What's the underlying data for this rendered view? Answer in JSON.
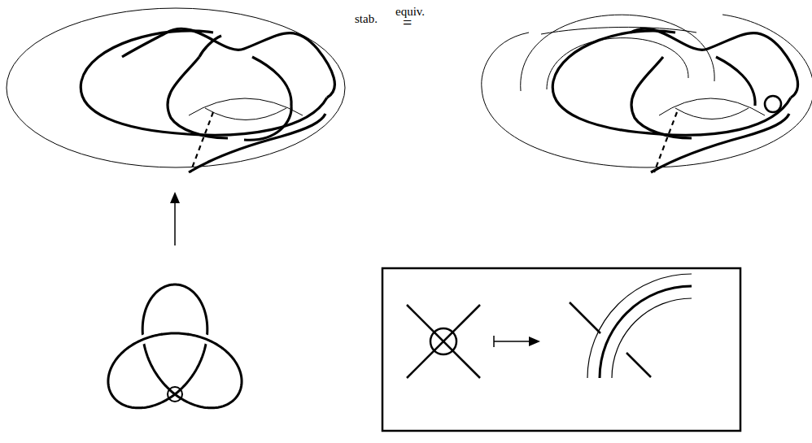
{
  "diagram": {
    "labels": [
      "stab.",
      "equiv.",
      "="
    ]
  }
}
